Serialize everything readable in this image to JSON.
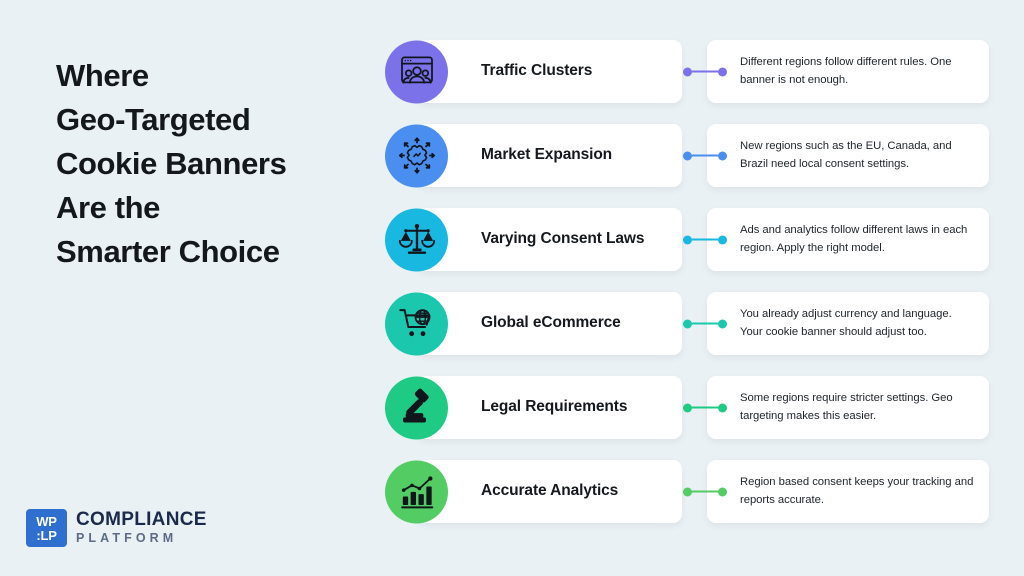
{
  "background_color": "#eaf1f4",
  "headline": {
    "lines": [
      "Where",
      "Geo-Targeted",
      "Cookie Banners",
      "Are the",
      "Smarter Choice"
    ]
  },
  "logo": {
    "mark_top": "WP",
    "mark_bottom": ":LP",
    "name_line1": "COMPLIANCE",
    "name_line2": "PLATFORM",
    "mark_color": "#2f6fd0",
    "name_color": "#1b2a4b"
  },
  "rows": [
    {
      "icon": "browser-users-icon",
      "color": "#7b72e9",
      "title": "Traffic Clusters",
      "description": "Different regions follow different rules. One banner is not enough."
    },
    {
      "icon": "expansion-arrows-badge-icon",
      "color": "#4a8ef0",
      "title": "Market Expansion",
      "description": "New regions such as the EU, Canada, and Brazil need local consent settings."
    },
    {
      "icon": "scales-of-justice-icon",
      "color": "#18b8e0",
      "title": "Varying Consent Laws",
      "description": "Ads and analytics follow different laws in each region. Apply the right model."
    },
    {
      "icon": "globe-shopping-cart-icon",
      "color": "#1bc7ad",
      "title": "Global eCommerce",
      "description": "You already adjust currency and language. Your cookie banner should adjust too."
    },
    {
      "icon": "gavel-icon",
      "color": "#1fcb84",
      "title": "Legal Requirements",
      "description": "Some regions require stricter settings. Geo targeting makes this easier."
    },
    {
      "icon": "bar-chart-trend-icon",
      "color": "#52cc63",
      "title": "Accurate Analytics",
      "description": "Region based consent keeps your tracking and reports accurate."
    }
  ]
}
